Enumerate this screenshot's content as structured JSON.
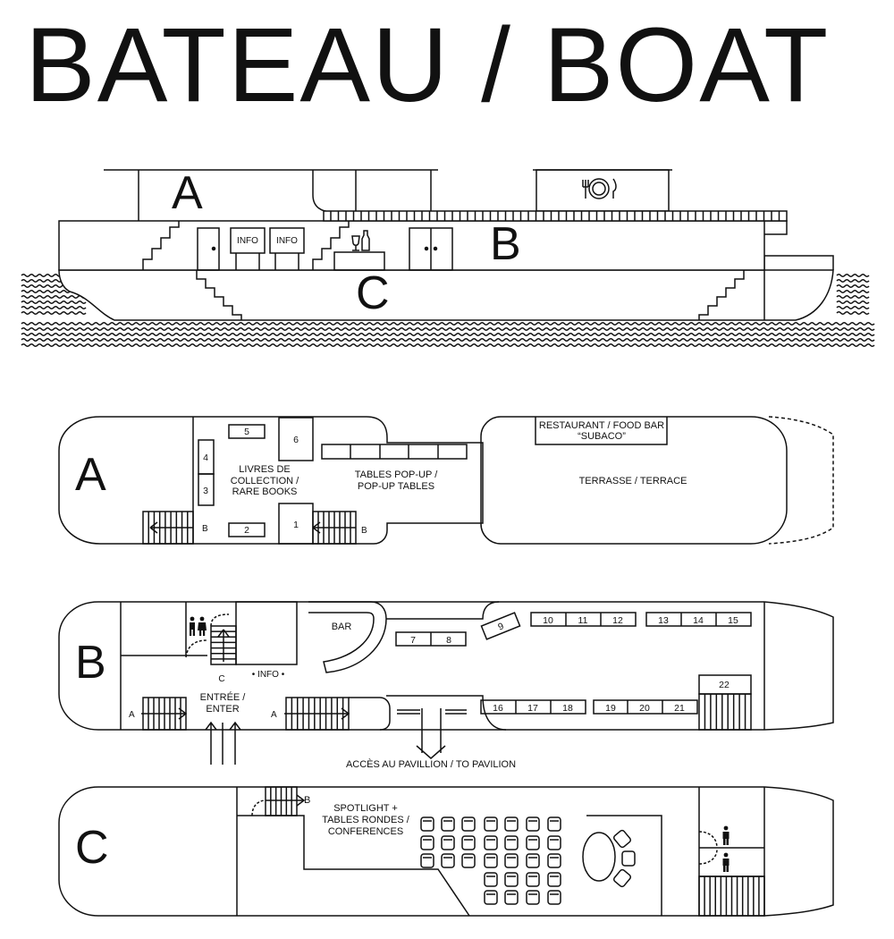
{
  "title": "BATEAU / BOAT",
  "colors": {
    "ink": "#111111",
    "background": "#ffffff"
  },
  "elevation": {
    "level_a": "A",
    "level_b": "B",
    "level_c": "C",
    "info_left": "INFO",
    "info_right": "INFO",
    "icons": [
      "plate-cutlery-icon",
      "wine-bottle-glass-icon",
      "wave-pattern-icon"
    ]
  },
  "deck_a": {
    "letter": "A",
    "rare_books": [
      "LIVRES DE",
      "COLLECTION /",
      "RARE BOOKS"
    ],
    "popup_tables": [
      "TABLES POP-UP /",
      "POP-UP TABLES"
    ],
    "restaurant": [
      "RESTAURANT / FOOD BAR",
      "“SUBACO”"
    ],
    "terrace": "TERRASSE / TERRACE",
    "stair_left_to": "B",
    "stair_right_to": "B",
    "stands": [
      "1",
      "2",
      "3",
      "4",
      "5",
      "6"
    ]
  },
  "deck_b": {
    "letter": "B",
    "bar": "BAR",
    "info": "• INFO •",
    "entrance": [
      "ENTRÉE /",
      "ENTER"
    ],
    "stair_to_c": "C",
    "stair_left_to": "A",
    "stair_right_to": "A",
    "pavilion": "ACCÈS AU PAVILLION / TO PAVILION",
    "stands": [
      "7",
      "8",
      "9",
      "10",
      "11",
      "12",
      "13",
      "14",
      "15",
      "16",
      "17",
      "18",
      "19",
      "20",
      "21",
      "22"
    ],
    "icons": [
      "restroom-icon"
    ]
  },
  "deck_c": {
    "letter": "C",
    "spotlight": [
      "SPOTLIGHT +",
      "TABLES RONDES /",
      "CONFERENCES"
    ],
    "stair_to": "B",
    "icons": [
      "person-icon",
      "person-icon"
    ]
  }
}
